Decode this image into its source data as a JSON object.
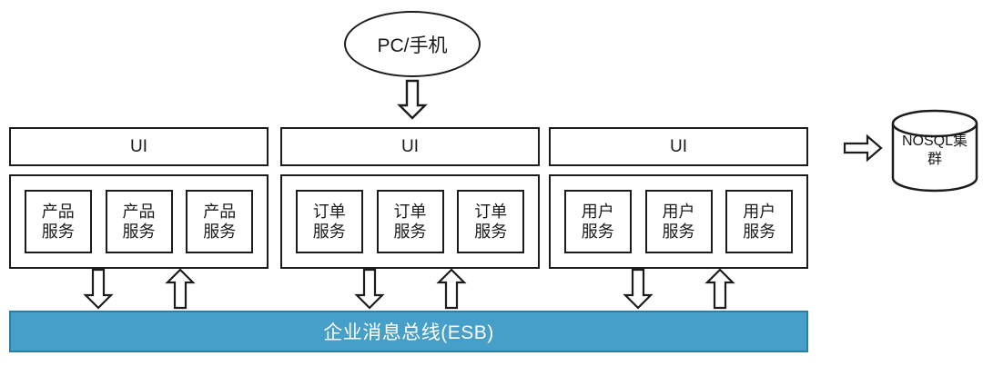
{
  "client": {
    "label": "PC/手机"
  },
  "groups": [
    {
      "ui_label": "UI",
      "services": [
        "产品服务",
        "产品服务",
        "产品服务"
      ]
    },
    {
      "ui_label": "UI",
      "services": [
        "订单服务",
        "订单服务",
        "订单服务"
      ]
    },
    {
      "ui_label": "UI",
      "services": [
        "用户服务",
        "用户服务",
        "用户服务"
      ]
    }
  ],
  "esb": {
    "label": "企业消息总线(ESB)",
    "fill": "#459fc8",
    "border": "#2c7ea8",
    "text_color": "#ffffff"
  },
  "nosql": {
    "label": "NOSQL集群"
  },
  "colors": {
    "line": "#1a1a1a",
    "box_fill": "#ffffff",
    "background": "#ffffff"
  }
}
